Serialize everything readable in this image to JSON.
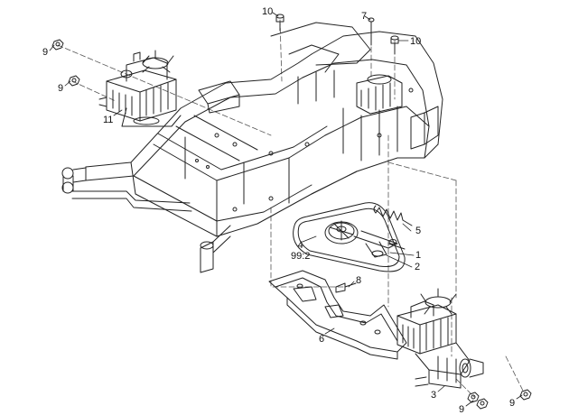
{
  "diagram": {
    "kind": "exploded parts diagram",
    "ink_color": "#222222",
    "paper_color": "#ffffff",
    "parts": [
      {
        "id": "callout-1",
        "label": "1"
      },
      {
        "id": "callout-2",
        "label": "2"
      },
      {
        "id": "callout-3",
        "label": "3"
      },
      {
        "id": "callout-4",
        "label": "4",
        "sub": "99:2"
      },
      {
        "id": "callout-5",
        "label": "5"
      },
      {
        "id": "callout-6",
        "label": "6"
      },
      {
        "id": "callout-7",
        "label": "7"
      },
      {
        "id": "callout-8",
        "label": "8"
      },
      {
        "id": "callout-9a",
        "label": "9"
      },
      {
        "id": "callout-9b",
        "label": "9"
      },
      {
        "id": "callout-9c",
        "label": "9"
      },
      {
        "id": "callout-9d",
        "label": "9"
      },
      {
        "id": "callout-10a",
        "label": "10"
      },
      {
        "id": "callout-10b",
        "label": "10"
      },
      {
        "id": "callout-11",
        "label": "11"
      }
    ]
  }
}
